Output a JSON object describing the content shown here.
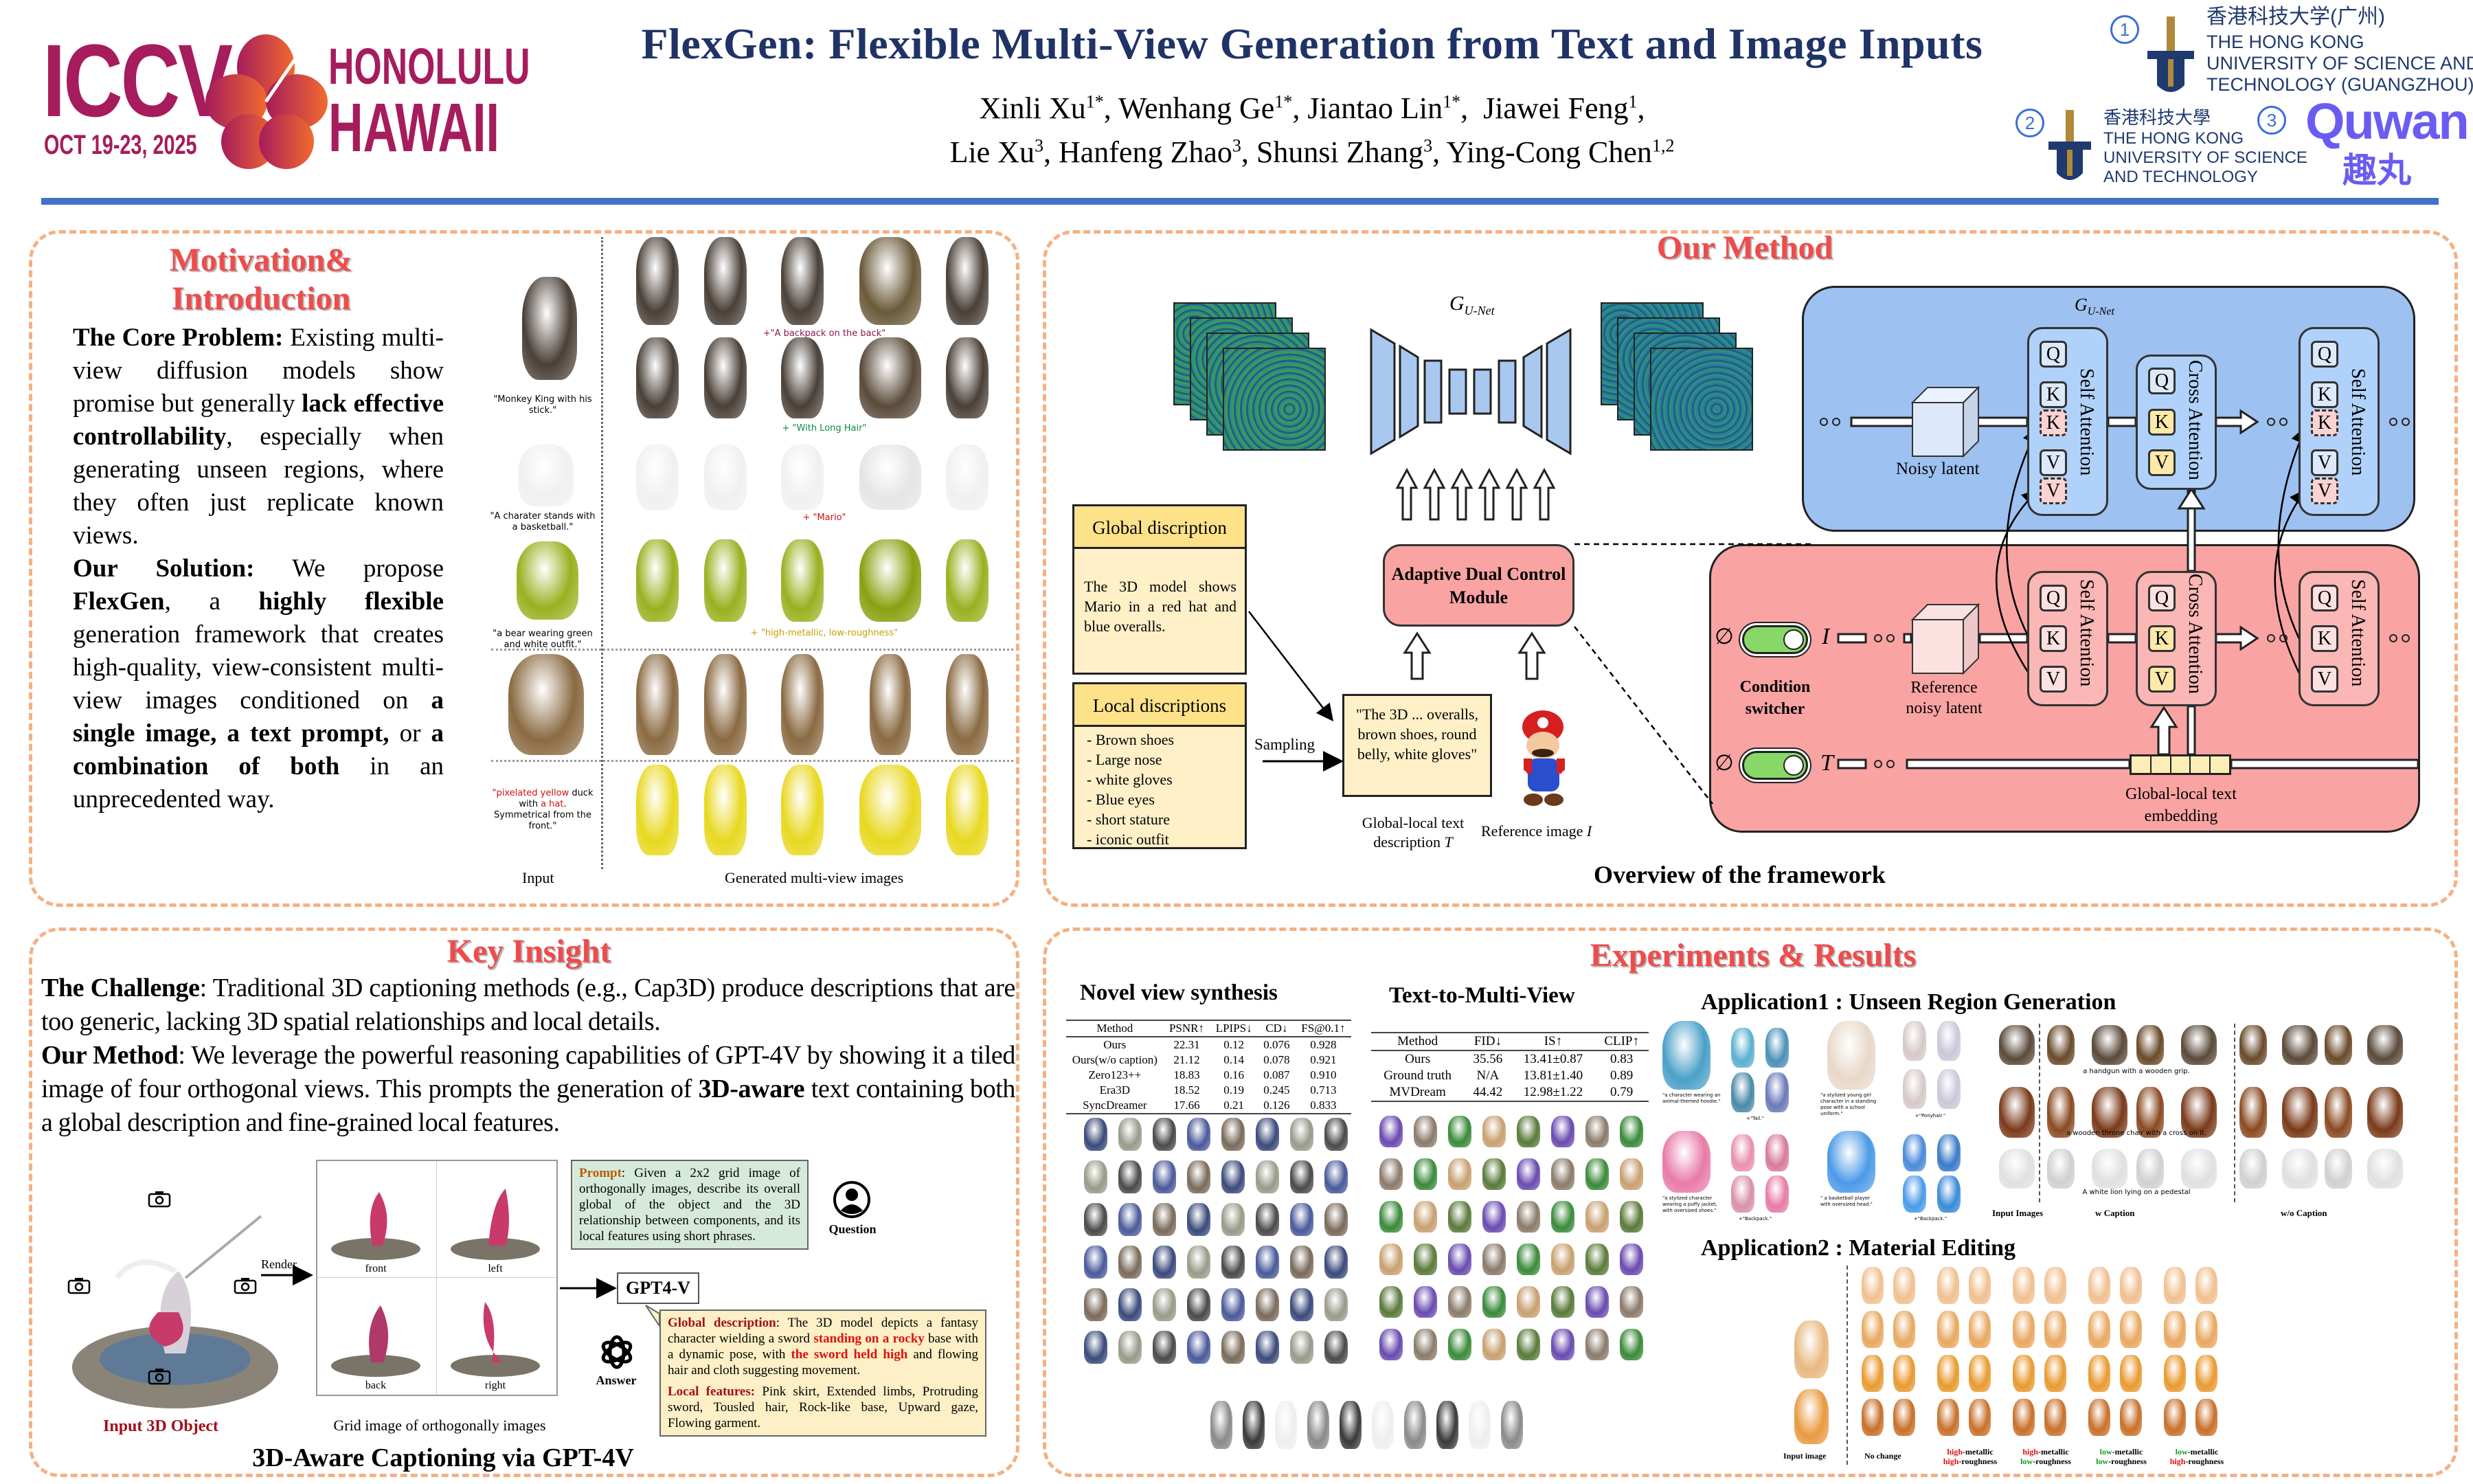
{
  "header": {
    "title": "FlexGen: Flexible Multi-View Generation from Text and Image Inputs",
    "authors_line1": [
      {
        "name": "Xinli Xu",
        "sup": "1*",
        "sep": ", "
      },
      {
        "name": "Wenhang Ge",
        "sup": "1*",
        "sep": ", "
      },
      {
        "name": "Jiantao Lin",
        "sup": "1*",
        "sep": ",  "
      },
      {
        "name": "Jiawei Feng",
        "sup": "1",
        "sep": ","
      }
    ],
    "authors_line2": [
      {
        "name": "Lie Xu",
        "sup": "3",
        "sep": ", "
      },
      {
        "name": "Hanfeng Zhao",
        "sup": "3",
        "sep": ", "
      },
      {
        "name": "Shunsi Zhang",
        "sup": "3",
        "sep": ", "
      },
      {
        "name": "Ying-Cong Chen",
        "sup": "1,2",
        "sep": ""
      }
    ],
    "conference_logo": {
      "name": "ICCV",
      "city": "HONOLULU",
      "state": "HAWAII",
      "dates": "OCT 19-23, 2025"
    },
    "affiliations": [
      {
        "num": "1",
        "cn": "香港科技大学(广州)",
        "en1": "THE HONG KONG",
        "en2": "UNIVERSITY OF SCIENCE AND",
        "en3": "TECHNOLOGY (GUANGZHOU)"
      },
      {
        "num": "2",
        "cn": "香港科技大學",
        "en1": "THE HONG KONG",
        "en2": "UNIVERSITY OF SCIENCE",
        "en3": "AND TECHNOLOGY"
      },
      {
        "num": "3",
        "brand": "Quwan",
        "cn": "趣丸"
      }
    ]
  },
  "motivation": {
    "title1": "Motivation&",
    "title2": "Introduction",
    "p1": [
      {
        "t": "The Core Problem:",
        "b": true
      },
      {
        "t": " Existing multi-view diffusion models show promise but generally "
      },
      {
        "t": "lack effective controllability",
        "b": true
      },
      {
        "t": ", especially when generating unseen regions, where they often just replicate known views."
      }
    ],
    "p2": [
      {
        "t": "Our Solution:",
        "b": true
      },
      {
        "t": " We propose "
      },
      {
        "t": "FlexGen",
        "b": true
      },
      {
        "t": ", a "
      },
      {
        "t": "highly flexible",
        "b": true
      },
      {
        "t": " generation framework that creates high-quality, view-consistent multi-view images conditioned on "
      },
      {
        "t": "a single image, a text prompt,",
        "b": true
      },
      {
        "t": " or "
      },
      {
        "t": "a combination of both",
        "b": true
      },
      {
        "t": " in an unprecedented way."
      }
    ],
    "figure": {
      "input_captions": [
        "\"Monkey King with his stick.\"",
        "\"A charater stands with a basketball.\"",
        "\"a bear wearing green and white outfit.\""
      ],
      "duck_caption": [
        {
          "t": "\"pixelated yellow",
          "c": "#d01010"
        },
        {
          "t": " duck with "
        },
        {
          "t": "a hat",
          "c": "#d01010"
        },
        {
          "t": ". Symmetrical from the front.\""
        }
      ],
      "edit_prompts": [
        {
          "text": "+\"A backpack on the back\"",
          "color": "#8a1850"
        },
        {
          "text": "+ \"With Long Hair\"",
          "color": "#138a4a"
        },
        {
          "text": "+ \"Mario\"",
          "color": "#d01010"
        },
        {
          "text": "+ \"high-metallic, low-roughness\"",
          "color": "#c8a000"
        }
      ],
      "input_label": "Input",
      "generated_label": "Generated multi-view images"
    }
  },
  "method": {
    "title": "Our Method",
    "unet_label": "G",
    "unet_sub": "U-Net",
    "global_header": "Global discription",
    "global_text": "The 3D model shows Mario in a red hat and blue overalls.",
    "local_header": "Local discriptions",
    "local_items": [
      "- Brown shoes",
      "- Large nose",
      "- white gloves",
      "- Blue eyes",
      "- short stature",
      "- iconic outfit"
    ],
    "sampling": "Sampling",
    "combined_text": "\"The 3D ... overalls, brown shoes, round belly, white gloves\"",
    "adcm": "Adaptive Dual Control Module",
    "text_desc_label": "Global-local text description",
    "text_symbol": "T",
    "ref_image_label": "Reference image",
    "image_symbol": "I",
    "noisy_latent": "Noisy latent",
    "ref_latent": "Reference noisy latent",
    "self_attention": "Self Attention",
    "cross_attention": "Cross Attention",
    "q": "Q",
    "k": "K",
    "v": "V",
    "empty_symbol": "∅",
    "condition_switcher": "Condition switcher",
    "embedding_label": "Global-local text embedding",
    "ellipsis": "∘ ∘",
    "caption": "Overview of the framework"
  },
  "insight": {
    "title": "Key Insight",
    "p1": [
      {
        "t": "The Challenge",
        "b": true
      },
      {
        "t": ": Traditional 3D captioning methods (e.g., Cap3D) produce descriptions that are too generic, lacking 3D spatial relationships and local details."
      }
    ],
    "p2": [
      {
        "t": "Our Method",
        "b": true
      },
      {
        "t": ": We leverage the powerful reasoning capabilities of GPT-4V by showing it a tiled image of four orthogonal views. This prompts the generation of "
      },
      {
        "t": "3D-aware",
        "b": true
      },
      {
        "t": " text containing both a global description and fine-grained local features."
      }
    ],
    "render": "Render",
    "input_object": "Input 3D Object",
    "views": [
      "front",
      "left",
      "back",
      "right"
    ],
    "grid_caption": "Grid image of orthogonally images",
    "gpt": "GPT4-V",
    "question": "Question",
    "answer": "Answer",
    "prompt": [
      {
        "t": "Prompt",
        "b": true,
        "c": "#b85c00"
      },
      {
        "t": ": Given a 2x2 grid image of orthogonally images, describe its overall global of the object and the 3D relationship between components, and its local features using short phrases."
      }
    ],
    "answer_global": [
      {
        "t": "Global description",
        "b": true,
        "c": "#a0101a"
      },
      {
        "t": ": The 3D model depicts a fantasy character wielding a sword "
      },
      {
        "t": "standing on a rocky",
        "b": true,
        "c": "#e01010"
      },
      {
        "t": " base with a dynamic pose, with "
      },
      {
        "t": "the sword held high",
        "b": true,
        "c": "#e01010"
      },
      {
        "t": " and flowing hair and cloth suggesting movement."
      }
    ],
    "answer_local": [
      {
        "t": "Local features:",
        "b": true,
        "c": "#a0101a"
      },
      {
        "t": " Pink skirt, Extended limbs, Protruding sword, Tousled hair, Rock-like base, Upward gaze, Flowing garment."
      }
    ],
    "caption": "3D-Aware Captioning via GPT-4V"
  },
  "experiments": {
    "title": "Experiments & Results",
    "nvs": {
      "title": "Novel view synthesis",
      "columns": [
        "Method",
        "PSNR↑",
        "LPIPS↓",
        "CD↓",
        "FS@0.1↑"
      ],
      "rows": [
        [
          "Ours",
          "22.31",
          "0.12",
          "0.076",
          "0.928"
        ],
        [
          "Ours(w/o caption)",
          "21.12",
          "0.14",
          "0.078",
          "0.921"
        ],
        [
          "Zero123++",
          "18.83",
          "0.16",
          "0.087",
          "0.910"
        ],
        [
          "Era3D",
          "18.52",
          "0.19",
          "0.245",
          "0.713"
        ],
        [
          "SyncDreamer",
          "17.66",
          "0.21",
          "0.126",
          "0.833"
        ]
      ]
    },
    "t2mv": {
      "title": "Text-to-Multi-View",
      "columns": [
        "Method",
        "FID↓",
        "IS↑",
        "CLIP↑"
      ],
      "rows": [
        [
          "Ours",
          "35.56",
          "13.41±0.87",
          "0.83"
        ],
        [
          "Ground truth",
          "N/A",
          "13.81±1.40",
          "0.89"
        ],
        [
          "MVDream",
          "44.42",
          "12.98±1.22",
          "0.79"
        ]
      ]
    },
    "app1": {
      "title": "Application1 : Unseen Region Generation",
      "captions": [
        "\"a character wearing an animal-themed hoodie.\"",
        "+\"Tail.\"",
        "\"a stylized young girl character in a standing pose with a school uniform.\"",
        "+\"Ponyhair.\"",
        "\"a stylized character wearing a puffy jacket, with oversized shoes.\"",
        "+\"Backpack.\"",
        "\" a basketball player with oversized head.\"",
        "+\"Backpack.\""
      ],
      "object_captions": [
        "a handgun with a wooden grip.",
        "a wooden throne chair with a cross on it.",
        "A white lion lying on a pedestal"
      ],
      "col_labels": [
        "Input Images",
        "w Caption",
        "w/o Caption"
      ]
    },
    "app2": {
      "title": "Application2 : Material Editing",
      "input_label": "Input image",
      "no_change": "No change",
      "columns": [
        [
          [
            {
              "t": "high",
              "c": "#e01010"
            },
            {
              "t": "-metallic"
            }
          ],
          [
            {
              "t": "high",
              "c": "#e01010"
            },
            {
              "t": "-roughness"
            }
          ]
        ],
        [
          [
            {
              "t": "high",
              "c": "#e01010"
            },
            {
              "t": "-metallic"
            }
          ],
          [
            {
              "t": "low",
              "c": "#1a9a1a"
            },
            {
              "t": "-roughness"
            }
          ]
        ],
        [
          [
            {
              "t": "low",
              "c": "#1a9a1a"
            },
            {
              "t": "-metallic"
            }
          ],
          [
            {
              "t": "low",
              "c": "#1a9a1a"
            },
            {
              "t": "-roughness"
            }
          ]
        ],
        [
          [
            {
              "t": "low",
              "c": "#1a9a1a"
            },
            {
              "t": "-metallic"
            }
          ],
          [
            {
              "t": "high",
              "c": "#e01010"
            },
            {
              "t": "-roughness"
            }
          ]
        ]
      ]
    }
  }
}
